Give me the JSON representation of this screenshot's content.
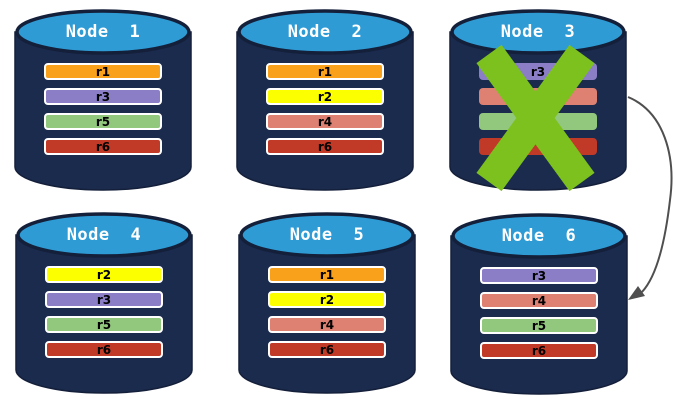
{
  "colors": {
    "cylinder_body": "#1B2B4E",
    "cylinder_edge": "#141F3A",
    "cylinder_top": "#2F9BD4",
    "record_border": "#FFFFFF",
    "record_text": "#000000",
    "title_text": "#FFFFFF",
    "failure_x": "#7CC11E",
    "arrow": "#4F4F4F"
  },
  "nodes": [
    {
      "title": "Node 1",
      "records": [
        {
          "label": "r1",
          "color": "#F9A11B"
        },
        {
          "label": "r3",
          "color": "#8B7EC7"
        },
        {
          "label": "r5",
          "color": "#92C87E"
        },
        {
          "label": "r6",
          "color": "#C13A28"
        }
      ]
    },
    {
      "title": "Node 2",
      "records": [
        {
          "label": "r1",
          "color": "#F9A11B"
        },
        {
          "label": "r2",
          "color": "#FBFF00"
        },
        {
          "label": "r4",
          "color": "#DE8173"
        },
        {
          "label": "r6",
          "color": "#C13A28"
        }
      ]
    },
    {
      "title": "Node 3",
      "failed": true,
      "records": [
        {
          "label": "r3",
          "color": "#8B7EC7"
        },
        {
          "label": "",
          "color": "#DE8173"
        },
        {
          "label": "",
          "color": "#92C87E"
        },
        {
          "label": "",
          "color": "#C13A28"
        }
      ]
    },
    {
      "title": "Node 4",
      "records": [
        {
          "label": "r2",
          "color": "#FBFF00"
        },
        {
          "label": "r3",
          "color": "#8B7EC7"
        },
        {
          "label": "r5",
          "color": "#92C87E"
        },
        {
          "label": "r6",
          "color": "#C13A28"
        }
      ]
    },
    {
      "title": "Node 5",
      "records": [
        {
          "label": "r1",
          "color": "#F9A11B"
        },
        {
          "label": "r2",
          "color": "#FBFF00"
        },
        {
          "label": "r4",
          "color": "#DE8173"
        },
        {
          "label": "r6",
          "color": "#C13A28"
        }
      ]
    },
    {
      "title": "Node 6",
      "records": [
        {
          "label": "r3",
          "color": "#8B7EC7"
        },
        {
          "label": "r4",
          "color": "#DE8173"
        },
        {
          "label": "r5",
          "color": "#92C87E"
        },
        {
          "label": "r6",
          "color": "#C13A28"
        }
      ]
    }
  ]
}
